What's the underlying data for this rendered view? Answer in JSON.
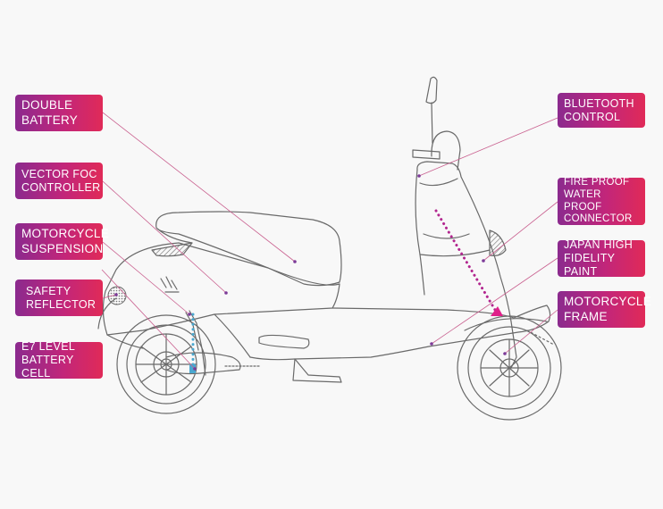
{
  "labels": {
    "double_battery": "DOUBLE\nBATTERY",
    "vector_foc_controller": "VECTOR FOC\nCONTROLLER",
    "motorcycle_suspension": "MOTORCYCLE\nSUSPENSION",
    "safety_reflector": "SAFETY\nREFLECTOR",
    "e7_level_battery_cell": "E7 LEVEL\nBATTERY CELL",
    "bluetooth_control": "BLUETOOTH\nCONTROL",
    "fire_proof_water_proof_connector": "FIRE PROOF\nWATER PROOF\nCONNECTOR",
    "japan_high_fidelity_paint": "JAPAN HIGH\nFIDELITY PAINT",
    "motorcycle_frame": "MOTORCYCLE\nFRAME"
  },
  "colors": {
    "label_gradient_start": "#8b2a8e",
    "label_gradient_mid": "#c2267a",
    "label_gradient_end": "#e02a58",
    "leader_line": "#c9608f",
    "frame_dots_start": "#4aa8d0",
    "frame_dots_end": "#e0208a",
    "outline": "#6a6a6a"
  }
}
